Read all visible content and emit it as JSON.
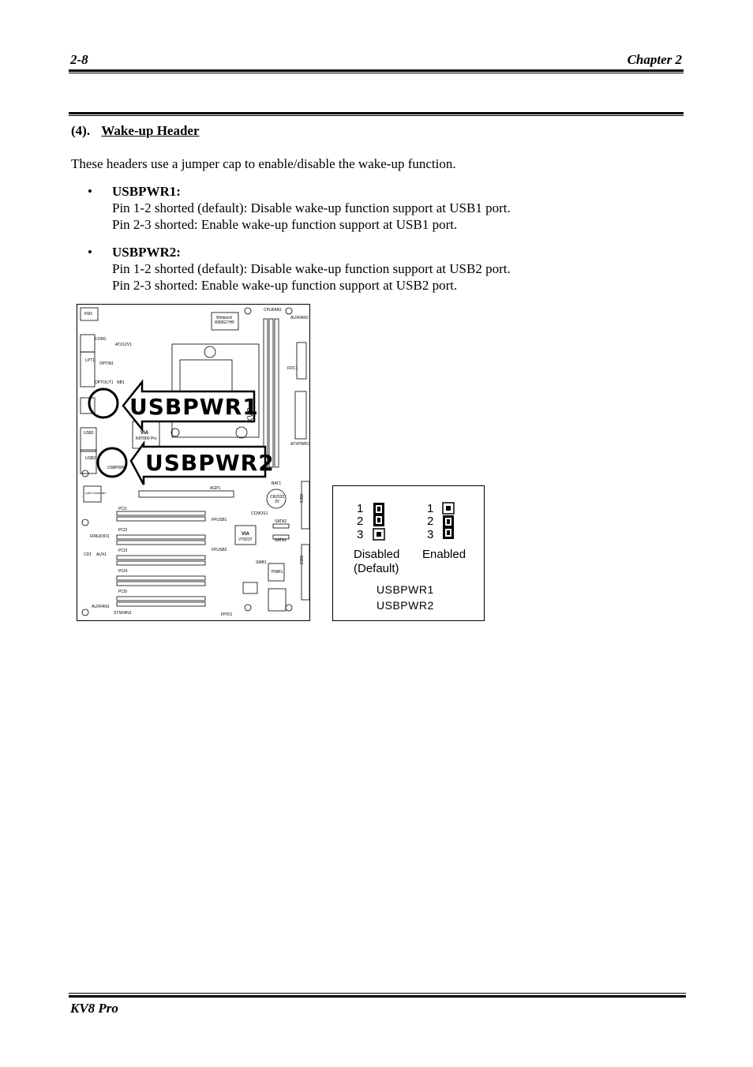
{
  "header": {
    "page_number": "2-8",
    "chapter": "Chapter 2"
  },
  "section": {
    "number": "(4).",
    "title": "Wake-up Header",
    "intro": "These headers use a jumper cap to enable/disable the wake-up function."
  },
  "items": [
    {
      "bullet": "•",
      "name": "USBPWR1:",
      "lines": [
        "Pin 1-2 shorted (default): Disable wake-up function support at USB1 port.",
        "Pin 2-3 shorted: Enable wake-up function support at USB1 port."
      ]
    },
    {
      "bullet": "•",
      "name": "USBPWR2:",
      "lines": [
        "Pin 1-2 shorted (default): Disable wake-up function support at USB2 port.",
        "Pin 2-3 shorted: Enable wake-up function support at USB2 port."
      ]
    }
  ],
  "board": {
    "callout1": "USBPWR1",
    "callout2": "USBPWR2",
    "labels": {
      "km": "KM1",
      "com": "COM1",
      "lpt": "LPT1",
      "atx12v": "ATX12V1",
      "optin": "OPTIN1",
      "optout": "OPTOUT1",
      "nb": "NB1",
      "usb1": "USB1",
      "usb2": "USB2",
      "winbond": "Winbond",
      "winbond_part": "W83627HF",
      "cpufan": "CPUFAN1",
      "auxfan2": "AUXFAN2",
      "fdc": "FDC1",
      "atxpwr": "ATXPWR1",
      "via1": "VIA",
      "via1_part": "K8T800 Pro",
      "kv8": "KV8",
      "agp": "AGP1",
      "bat": "BAT1",
      "battery": "CR2032",
      "battery_v": "3V",
      "ccmos": "CCMOS1",
      "ide1": "IDE1",
      "ide2": "IDE2",
      "pci1": "PCI1",
      "pci2": "PCI2",
      "pci3": "PCI3",
      "pci4": "PCI4",
      "pci5": "PCI5",
      "lan": "LAN Controller",
      "fpaudio": "FPAUDIO1",
      "cd": "CD1",
      "aux": "AUX1",
      "fpusb1": "FPUSB1",
      "fpusb2": "FPUSB2",
      "via2": "VIA",
      "via2_part": "VT8237",
      "sata2": "SATA2",
      "sata1": "SATA1",
      "smb": "SMB1",
      "pwr": "PWR1",
      "auxfan1": "AUXFAN1",
      "sysfan": "SYSFAN1",
      "fpio": "FPIO1",
      "usbpwr_small": "USBPWR2"
    }
  },
  "jumper": {
    "disabled_pins": [
      "1",
      "2",
      "3"
    ],
    "enabled_pins": [
      "1",
      "2",
      "3"
    ],
    "disabled_label": "Disabled",
    "disabled_sub": "(Default)",
    "enabled_label": "Enabled",
    "names": [
      "USBPWR1",
      "USBPWR2"
    ]
  },
  "footer": {
    "product": "KV8 Pro"
  }
}
